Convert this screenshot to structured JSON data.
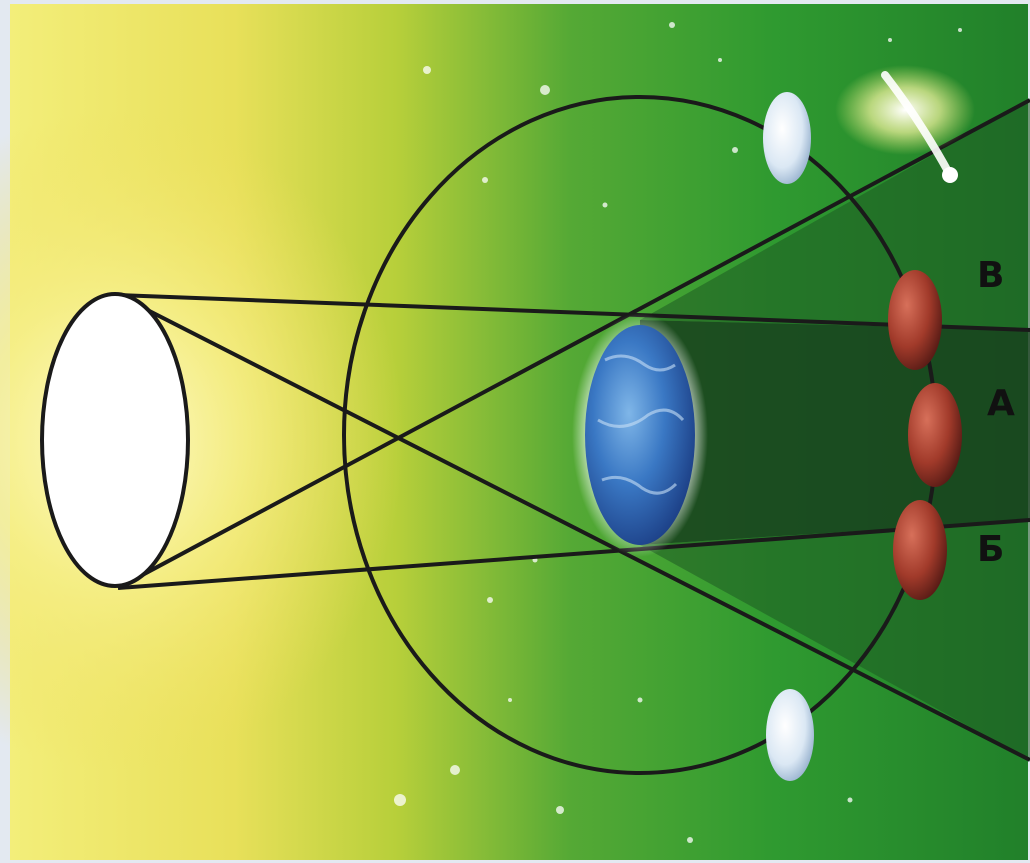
{
  "diagram": {
    "labels": [
      {
        "id": "V",
        "text": "В"
      },
      {
        "id": "A",
        "text": "А"
      },
      {
        "id": "B",
        "text": "Б"
      }
    ],
    "objects": [
      "sun",
      "earth",
      "moon-orbit",
      "moon-top",
      "moon-bottom",
      "moon-position-v",
      "moon-position-a",
      "moon-position-b",
      "comet"
    ],
    "colors": {
      "space": "#2f9a2c",
      "sun_glow": "#f2ea6a",
      "sun": "#ffffff",
      "earth_ocean": "#2a5fb0",
      "moon_eclipsed": "#a5382a",
      "moon_full": "#d8e6f2",
      "lines": "#1a1a1a",
      "shadow": "#143a1a"
    }
  }
}
